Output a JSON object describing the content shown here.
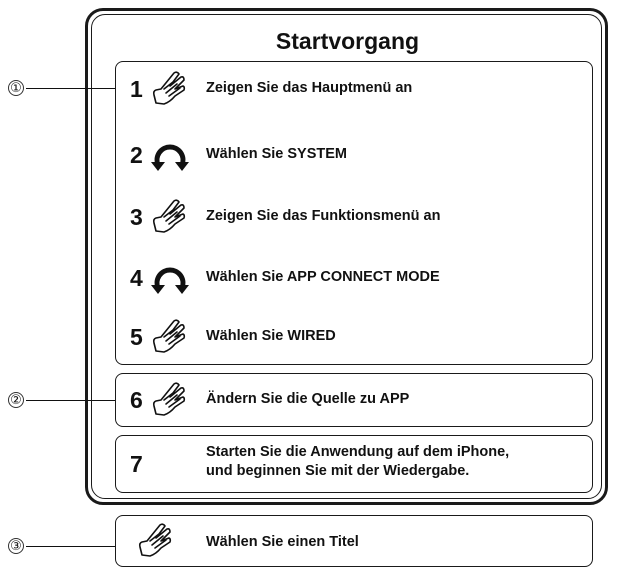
{
  "title": "Startvorgang",
  "callouts": [
    "①",
    "②",
    "③"
  ],
  "steps": [
    {
      "num": "1",
      "icon": "touch-hand-icon",
      "text": "Zeigen Sie das Hauptmenü an"
    },
    {
      "num": "2",
      "icon": "rotate-knob-icon",
      "text": "Wählen Sie SYSTEM"
    },
    {
      "num": "3",
      "icon": "touch-hand-icon",
      "text": "Zeigen Sie das Funktionsmenü an"
    },
    {
      "num": "4",
      "icon": "rotate-knob-icon",
      "text": "Wählen Sie APP CONNECT MODE"
    },
    {
      "num": "5",
      "icon": "touch-hand-icon",
      "text": "Wählen Sie WIRED"
    },
    {
      "num": "6",
      "icon": "touch-hand-icon",
      "text": "Ändern Sie die Quelle zu APP"
    },
    {
      "num": "7",
      "text_line1": "Starten Sie die Anwendung auf dem iPhone,",
      "text_line2": "und beginnen Sie mit der Wiedergabe."
    }
  ],
  "extra_step": {
    "icon": "touch-hand-icon",
    "text": "Wählen Sie einen Titel"
  }
}
